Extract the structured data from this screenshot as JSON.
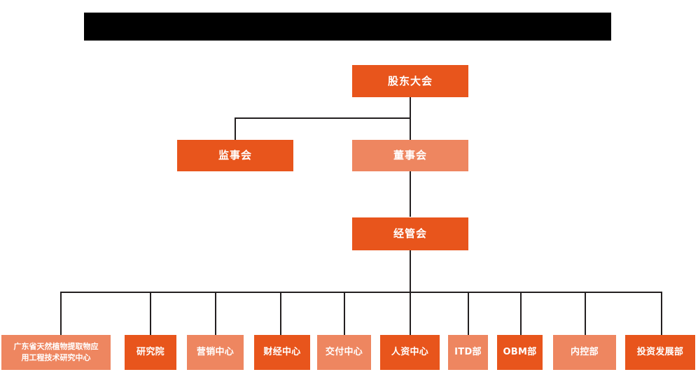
{
  "chart": {
    "type": "org-chart",
    "title_banner": {
      "label": "",
      "redacted": true,
      "color": "#000000"
    },
    "colors": {
      "accent_dark": "#E8551C",
      "accent_light": "#EE8660",
      "connector": "#231f20",
      "background": "#ffffff",
      "text": "#ffffff"
    },
    "levels": [
      {
        "level": 1,
        "nodes": [
          {
            "id": "shareholders",
            "label": "股东大会",
            "tone": "dark"
          }
        ]
      },
      {
        "level": 2,
        "nodes": [
          {
            "id": "supervisors",
            "label": "监事会",
            "tone": "dark"
          },
          {
            "id": "directors",
            "label": "董事会",
            "tone": "light"
          }
        ]
      },
      {
        "level": 3,
        "nodes": [
          {
            "id": "management",
            "label": "经管会",
            "tone": "dark"
          }
        ]
      },
      {
        "level": 4,
        "nodes": [
          {
            "id": "research-center",
            "label_line1": "广东省天然植物提取物应",
            "label_line2": "用工程技术研究中心",
            "tone": "light"
          },
          {
            "id": "institute",
            "label": "研究院",
            "tone": "dark"
          },
          {
            "id": "marketing-center",
            "label": "营销中心",
            "tone": "light"
          },
          {
            "id": "finance-center",
            "label": "财经中心",
            "tone": "dark"
          },
          {
            "id": "delivery-center",
            "label": "交付中心",
            "tone": "light"
          },
          {
            "id": "hr-center",
            "label": "人资中心",
            "tone": "dark"
          },
          {
            "id": "itd-dept",
            "label": "ITD部",
            "tone": "light"
          },
          {
            "id": "obm-dept",
            "label": "OBM部",
            "tone": "dark"
          },
          {
            "id": "internal-control-dept",
            "label": "内控部",
            "tone": "light"
          },
          {
            "id": "investment-development-dept",
            "label": "投资发展部",
            "tone": "dark"
          }
        ]
      }
    ],
    "edges": [
      {
        "from": "shareholders",
        "to": "supervisors"
      },
      {
        "from": "shareholders",
        "to": "directors"
      },
      {
        "from": "directors",
        "to": "management"
      },
      {
        "from": "management",
        "to": "research-center"
      },
      {
        "from": "management",
        "to": "institute"
      },
      {
        "from": "management",
        "to": "marketing-center"
      },
      {
        "from": "management",
        "to": "finance-center"
      },
      {
        "from": "management",
        "to": "delivery-center"
      },
      {
        "from": "management",
        "to": "hr-center"
      },
      {
        "from": "management",
        "to": "itd-dept"
      },
      {
        "from": "management",
        "to": "obm-dept"
      },
      {
        "from": "management",
        "to": "internal-control-dept"
      },
      {
        "from": "management",
        "to": "investment-development-dept"
      }
    ]
  }
}
